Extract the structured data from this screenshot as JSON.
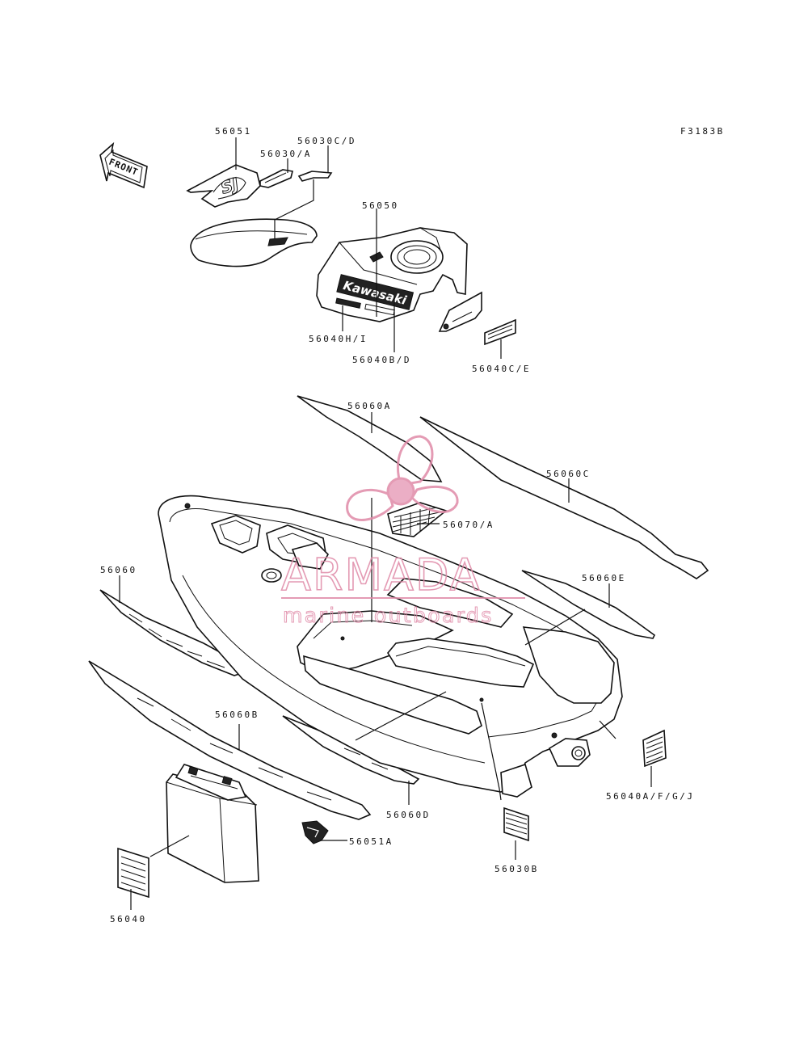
{
  "figure_code": "F3183B",
  "front_label": "FRONT",
  "callouts": [
    {
      "id": "56051",
      "text": "56051"
    },
    {
      "id": "56030cd",
      "text": "56030C/D"
    },
    {
      "id": "56030a",
      "text": "56030/A"
    },
    {
      "id": "56050",
      "text": "56050"
    },
    {
      "id": "56040hi",
      "text": "56040H/I"
    },
    {
      "id": "56040bd",
      "text": "56040B/D"
    },
    {
      "id": "56040ce",
      "text": "56040C/E"
    },
    {
      "id": "56060a",
      "text": "56060A"
    },
    {
      "id": "56060c",
      "text": "56060C"
    },
    {
      "id": "56070a",
      "text": "56070/A"
    },
    {
      "id": "56060",
      "text": "56060"
    },
    {
      "id": "56060e",
      "text": "56060E"
    },
    {
      "id": "56060b",
      "text": "56060B"
    },
    {
      "id": "56060d",
      "text": "56060D"
    },
    {
      "id": "56040afgj",
      "text": "56040A/F/G/J"
    },
    {
      "id": "56051a",
      "text": "56051A"
    },
    {
      "id": "56030b",
      "text": "56030B"
    },
    {
      "id": "56040",
      "text": "56040"
    }
  ],
  "hood_brand": "Kawasaki",
  "seat_logo": "SJ",
  "watermark": {
    "title": "ARMADA",
    "subtitle": "marine outboards",
    "color": "#e08aa8"
  }
}
